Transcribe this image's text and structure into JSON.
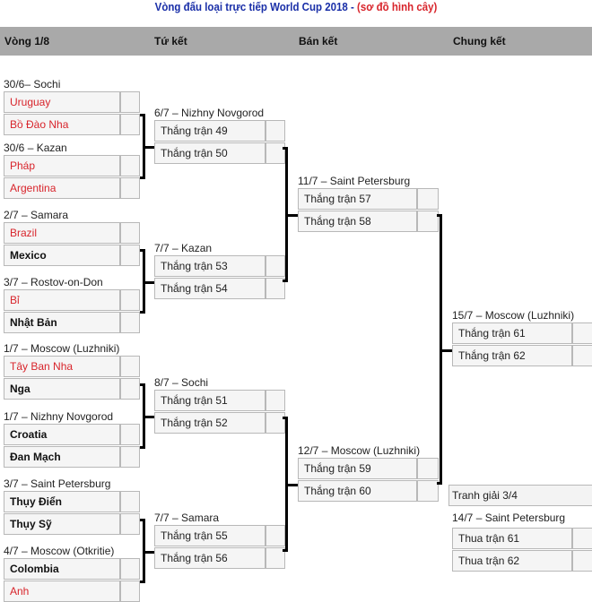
{
  "title": {
    "main": "Vòng đấu loại trực tiếp World Cup 2018 - ",
    "highlight": "(sơ đồ hình cây)"
  },
  "columns": [
    "Vòng 1/8",
    "Tứ kết",
    "Bán kết",
    "Chung kết"
  ],
  "round_of_16": [
    {
      "venue": "30/6– Sochi",
      "teams": [
        {
          "name": "Uruguay",
          "style": "red"
        },
        {
          "name": "Bồ Đào Nha",
          "style": "red"
        }
      ]
    },
    {
      "venue": "30/6 – Kazan",
      "teams": [
        {
          "name": "Pháp",
          "style": "red"
        },
        {
          "name": "Argentina",
          "style": "red"
        }
      ]
    },
    {
      "venue": "2/7 – Samara",
      "teams": [
        {
          "name": "Brazil",
          "style": "red"
        },
        {
          "name": "Mexico",
          "style": "bold"
        }
      ]
    },
    {
      "venue": "3/7 – Rostov-on-Don",
      "teams": [
        {
          "name": "Bỉ",
          "style": "red"
        },
        {
          "name": "Nhật Bản",
          "style": "bold"
        }
      ]
    },
    {
      "venue": "1/7 – Moscow (Luzhniki)",
      "teams": [
        {
          "name": "Tây Ban Nha",
          "style": "red"
        },
        {
          "name": "Nga",
          "style": "bold"
        }
      ]
    },
    {
      "venue": "1/7 – Nizhny Novgorod",
      "teams": [
        {
          "name": "Croatia",
          "style": "bold"
        },
        {
          "name": "Đan Mạch",
          "style": "bold"
        }
      ]
    },
    {
      "venue": "3/7 – Saint Petersburg",
      "teams": [
        {
          "name": "Thụy Điển",
          "style": "bold"
        },
        {
          "name": "Thụy Sỹ",
          "style": "bold"
        }
      ]
    },
    {
      "venue": "4/7 – Moscow (Otkritie)",
      "teams": [
        {
          "name": "Colombia",
          "style": "bold"
        },
        {
          "name": "Anh",
          "style": "red"
        }
      ]
    }
  ],
  "quarterfinals": [
    {
      "venue": "6/7 – Nizhny Novgorod",
      "teams": [
        "Thắng trận 49",
        "Thắng trận 50"
      ]
    },
    {
      "venue": "7/7 – Kazan",
      "teams": [
        "Thắng trận 53",
        "Thắng trận 54"
      ]
    },
    {
      "venue": "8/7 – Sochi",
      "teams": [
        "Thắng trận 51",
        "Thắng trận 52"
      ]
    },
    {
      "venue": "7/7 – Samara",
      "teams": [
        "Thắng trận 55",
        "Thắng trận 56"
      ]
    }
  ],
  "semifinals": [
    {
      "venue": "11/7 – Saint Petersburg",
      "teams": [
        "Thắng trận 57",
        "Thắng trận 58"
      ]
    },
    {
      "venue": "12/7 – Moscow (Luzhniki)",
      "teams": [
        "Thắng trận 59",
        "Thắng trận 60"
      ]
    }
  ],
  "final": {
    "venue": "15/7 – Moscow (Luzhniki)",
    "teams": [
      "Thắng trận 61",
      "Thắng trận 62"
    ]
  },
  "third_place": {
    "label": "Tranh giải 3/4",
    "venue": "14/7 – Saint Petersburg",
    "teams": [
      "Thua trận 61",
      "Thua trận 62"
    ]
  }
}
